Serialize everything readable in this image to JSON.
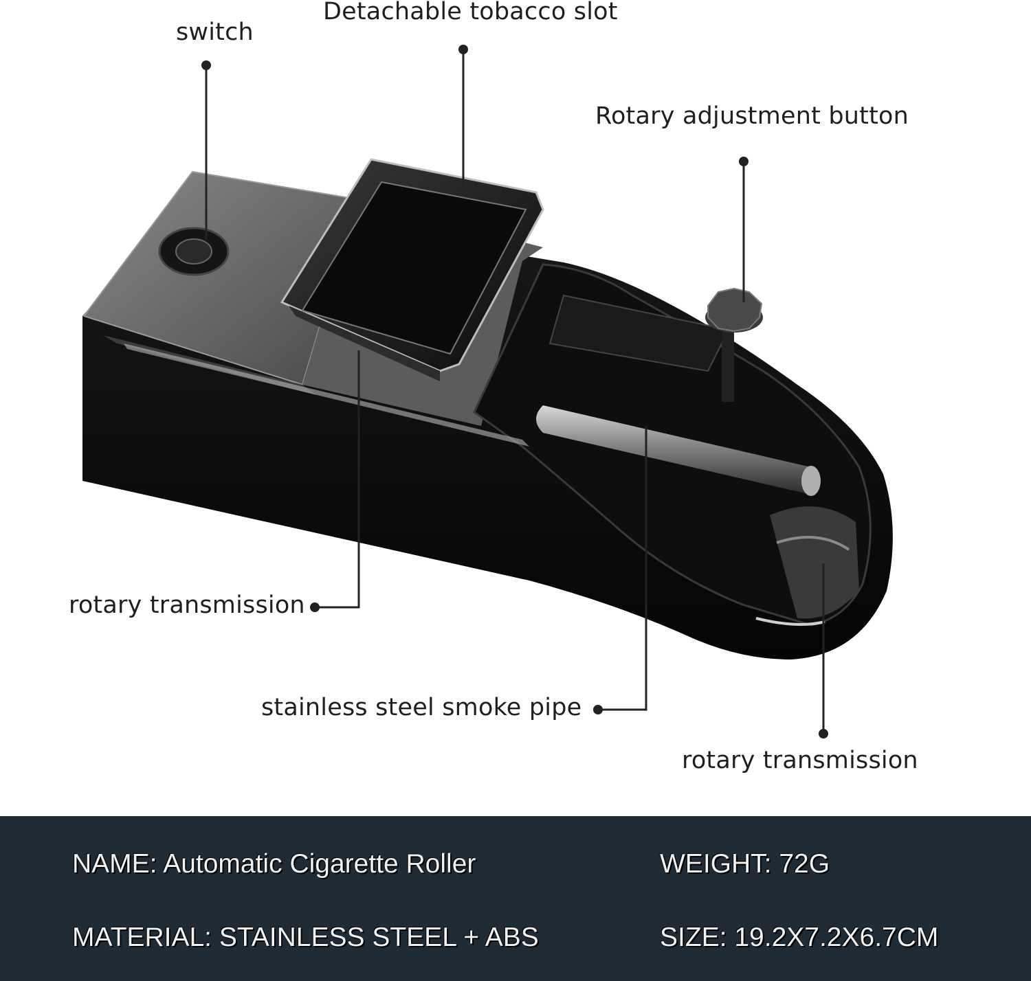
{
  "labels": {
    "switch": "switch",
    "tobacco_slot": "Detachable tobacco slot",
    "rotary_button": "Rotary adjustment button",
    "rotary_transmission_left": "rotary transmission",
    "smoke_pipe": "stainless steel smoke pipe",
    "rotary_transmission_right": "rotary transmission"
  },
  "specs": {
    "name": "NAME: Automatic Cigarette Roller",
    "weight": "WEIGHT: 72G",
    "material": "MATERIAL: STAINLESS STEEL + ABS",
    "size": "SIZE: 19.2X7.2X6.7CM"
  },
  "colors": {
    "body": "#0b0b0b",
    "panel": "#6f6f6f",
    "spec_band": "#1f2c36",
    "spec_text": "#f2f2f2",
    "leader": "#222222"
  }
}
